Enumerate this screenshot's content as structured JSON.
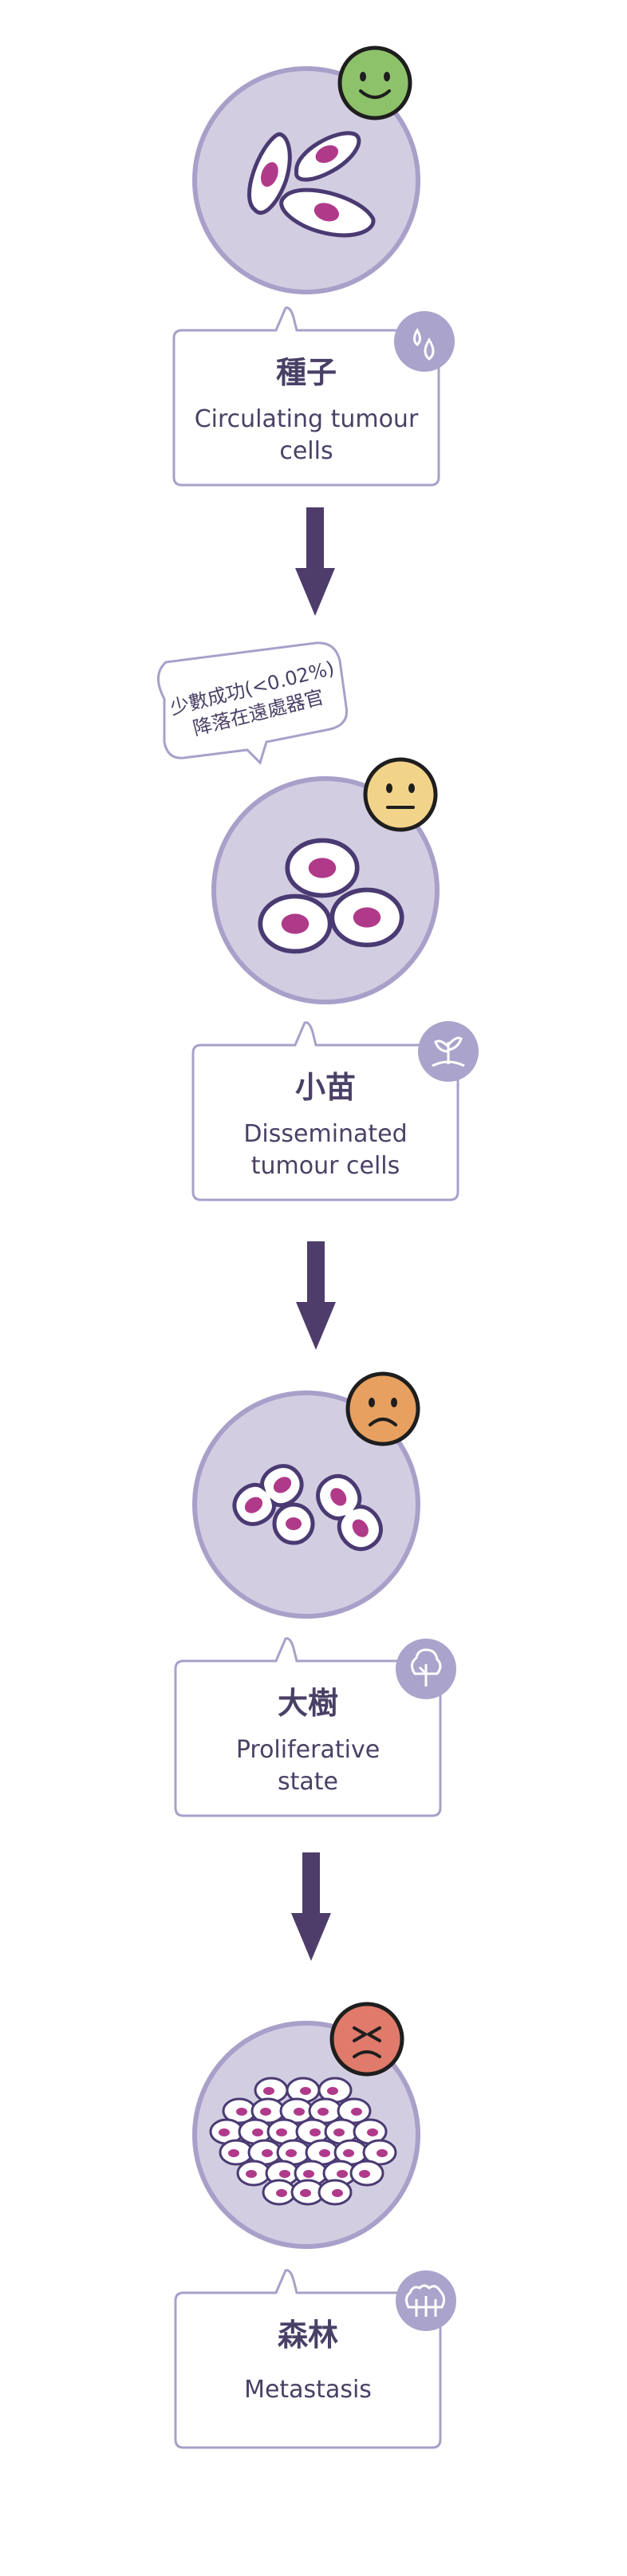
{
  "stages": [
    {
      "title_zh": "種子",
      "subtitle_line1": "Circulating tumour",
      "subtitle_line2": "cells",
      "face": "happy-face-icon",
      "face_color": "#8dc26b",
      "stage_icon": "seed-drops-icon"
    },
    {
      "title_zh": "小苗",
      "subtitle_line1": "Disseminated",
      "subtitle_line2": "tumour cells",
      "face": "neutral-face-icon",
      "face_color": "#f2d38a",
      "stage_icon": "sprout-icon"
    },
    {
      "title_zh": "大樹",
      "subtitle_line1": "Proliferative",
      "subtitle_line2": "state",
      "face": "sad-face-icon",
      "face_color": "#e8a060",
      "stage_icon": "tree-icon"
    },
    {
      "title_zh": "森林",
      "subtitle_line1": "Metastasis",
      "subtitle_line2": "",
      "face": "angry-face-icon",
      "face_color": "#e07a6a",
      "stage_icon": "forest-icon"
    }
  ],
  "callout": {
    "line1": "少數成功(<0.02%)",
    "line2": "降落在遠處器官"
  },
  "colors": {
    "circle_fill": "#d3cde2",
    "circle_stroke": "#a9a0c9",
    "cell_stroke": "#4a3a72",
    "nucleus": "#b03a8a",
    "arrow": "#4e3d6b",
    "card_stroke": "#a9a0c9",
    "icon_badge": "#aaa3cb"
  }
}
